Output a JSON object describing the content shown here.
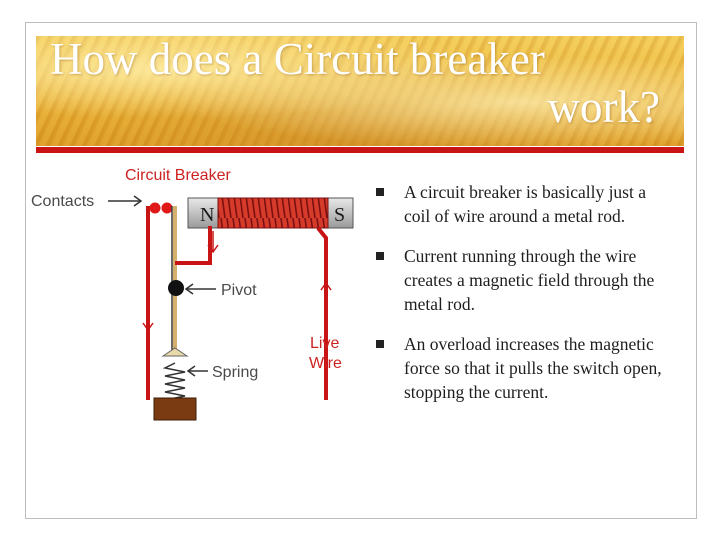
{
  "title": {
    "line1": "How does a Circuit breaker",
    "line2": "work?"
  },
  "diagram": {
    "heading": "Circuit Breaker",
    "contacts_label": "Contacts",
    "pivot_label": "Pivot",
    "spring_label": "Spring",
    "live_label_1": "Live",
    "live_label_2": "Wire",
    "north_label": "N",
    "south_label": "S"
  },
  "bullets": [
    "A circuit breaker is basically just a coil of wire around a metal rod.",
    "Current running through the wire creates a magnetic field through the metal rod.",
    "An overload increases the magnetic force so that it pulls the switch open, stopping the current."
  ],
  "colors": {
    "wire": "#c81414",
    "label_red": "#cc2222",
    "label_gray": "#4a4a4a",
    "bullet_mark": "#222222"
  }
}
